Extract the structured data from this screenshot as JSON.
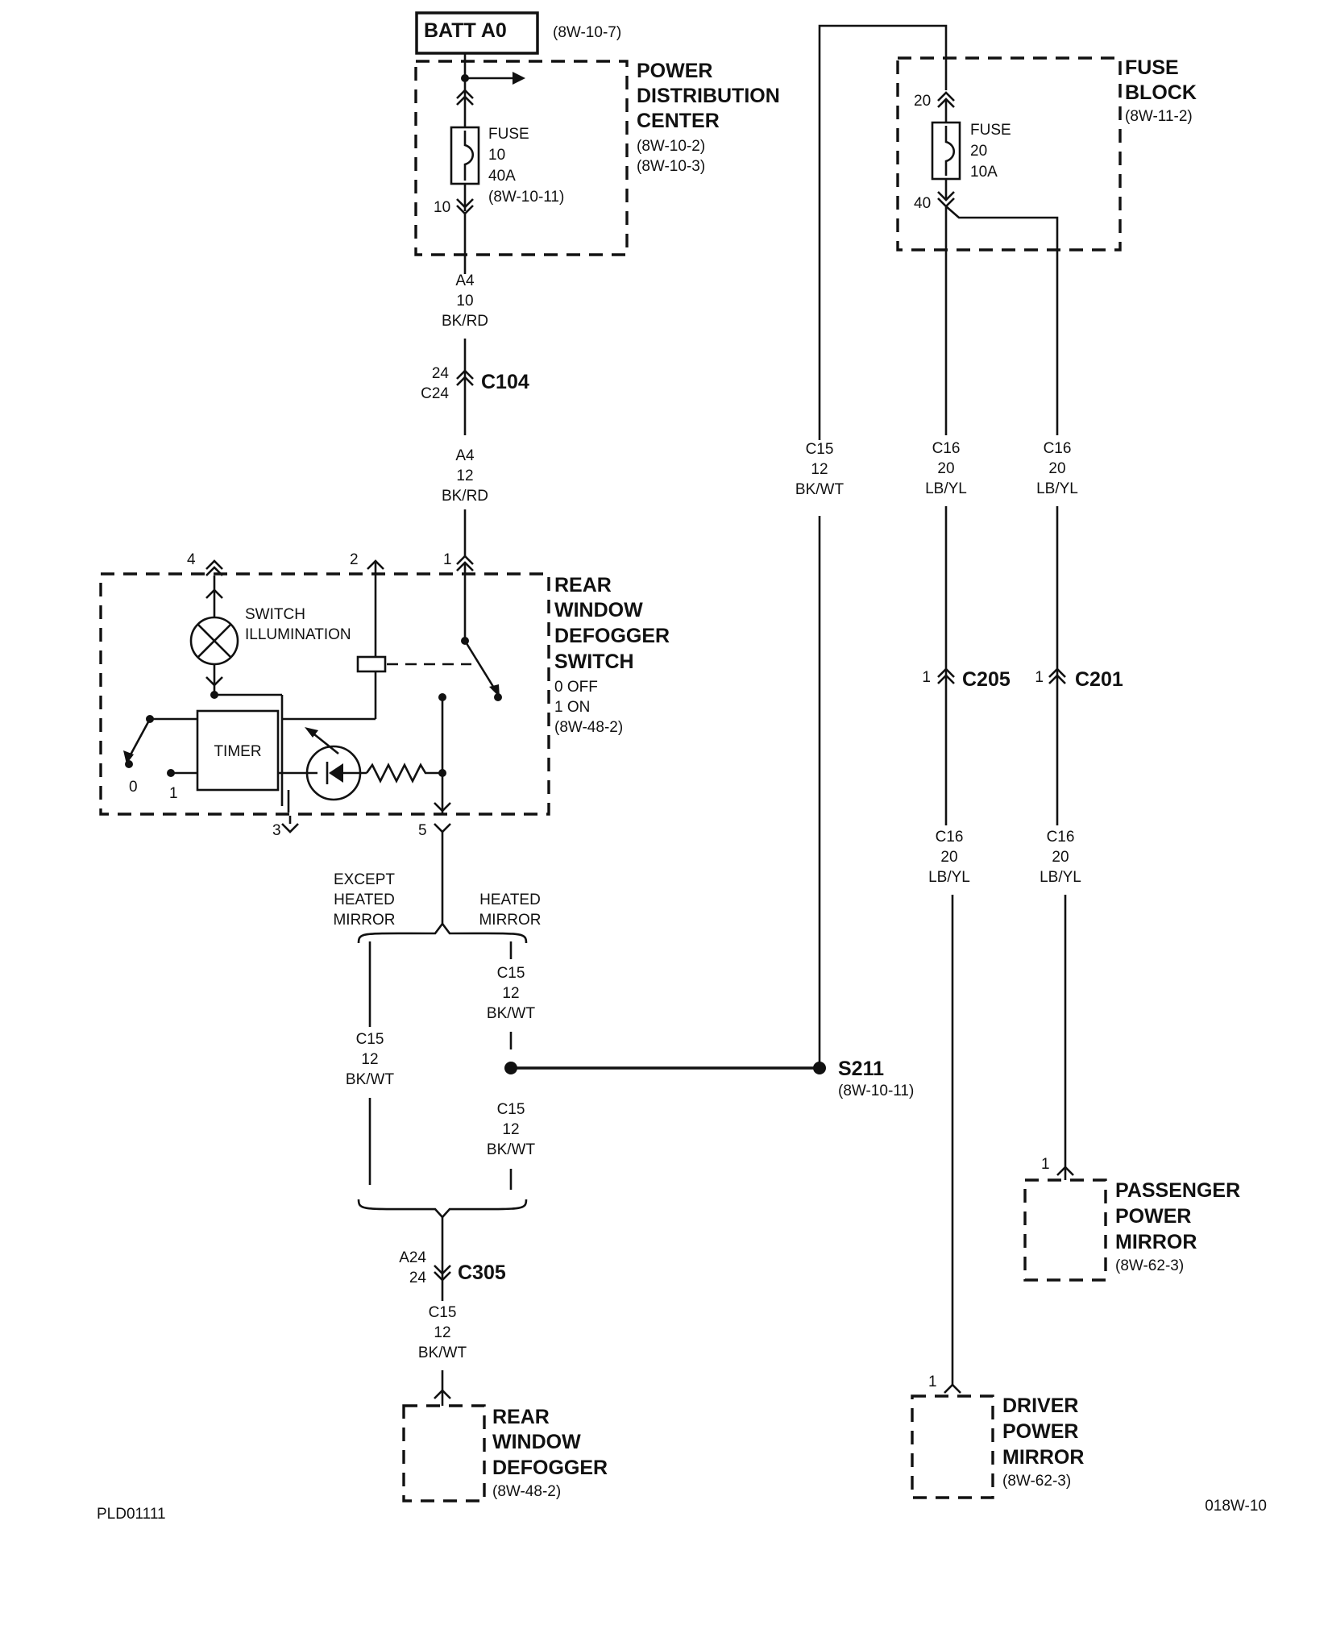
{
  "batt": {
    "label": "BATT A0",
    "ref": "(8W-10-7)"
  },
  "pdc": {
    "title": [
      "POWER",
      "DISTRIBUTION",
      "CENTER"
    ],
    "refs": [
      "(8W-10-2)",
      "(8W-10-3)"
    ],
    "fuse": {
      "label": "FUSE",
      "num": "10",
      "amp": "40A",
      "ref": "(8W-10-11)"
    },
    "pin_bottom": "10"
  },
  "wire_a4_top": [
    "A4",
    "10",
    "BK/RD"
  ],
  "c104": {
    "name": "C104",
    "pins": [
      "24",
      "C24"
    ]
  },
  "wire_a4_bottom": [
    "A4",
    "12",
    "BK/RD"
  ],
  "switch": {
    "title": [
      "REAR",
      "WINDOW",
      "DEFOGGER",
      "SWITCH"
    ],
    "states": [
      "0 OFF",
      "1 ON"
    ],
    "ref": "(8W-48-2)",
    "pins": {
      "p1": "1",
      "p2": "2",
      "p3": "3",
      "p4": "4",
      "p5": "5"
    },
    "illum": [
      "SWITCH",
      "ILLUMINATION"
    ],
    "timer": "TIMER",
    "pos0": "0",
    "pos1": "1"
  },
  "branch": {
    "left": [
      "EXCEPT",
      "HEATED",
      "MIRROR"
    ],
    "right": [
      "HEATED",
      "MIRROR"
    ]
  },
  "wire_c15_heated_top": [
    "C15",
    "12",
    "BK/WT"
  ],
  "wire_c15_heated_bottom": [
    "C15",
    "12",
    "BK/WT"
  ],
  "wire_c15_except": [
    "C15",
    "12",
    "BK/WT"
  ],
  "s211": {
    "name": "S211",
    "ref": "(8W-10-11)"
  },
  "c305": {
    "name": "C305",
    "pins": [
      "A24",
      "24"
    ]
  },
  "wire_c15_defogger": [
    "C15",
    "12",
    "BK/WT"
  ],
  "rear_defogger": {
    "title": [
      "REAR",
      "WINDOW",
      "DEFOGGER"
    ],
    "ref": "(8W-48-2)"
  },
  "wire_c15_top": [
    "C15",
    "12",
    "BK/WT"
  ],
  "fuse_block": {
    "title": [
      "FUSE",
      "BLOCK"
    ],
    "ref": "(8W-11-2)",
    "fuse": {
      "label": "FUSE",
      "num": "20",
      "amp": "10A"
    },
    "pin_top": "20",
    "pin_bottom": "40"
  },
  "wire_c16_a_top": [
    "C16",
    "20",
    "LB/YL"
  ],
  "wire_c16_b_top": [
    "C16",
    "20",
    "LB/YL"
  ],
  "c205": {
    "name": "C205",
    "pin": "1"
  },
  "c201": {
    "name": "C201",
    "pin": "1"
  },
  "wire_c16_a_bottom": [
    "C16",
    "20",
    "LB/YL"
  ],
  "wire_c16_b_bottom": [
    "C16",
    "20",
    "LB/YL"
  ],
  "passenger_mirror": {
    "title": [
      "PASSENGER",
      "POWER",
      "MIRROR"
    ],
    "ref": "(8W-62-3)",
    "pin": "1"
  },
  "driver_mirror": {
    "title": [
      "DRIVER",
      "POWER",
      "MIRROR"
    ],
    "ref": "(8W-62-3)",
    "pin": "1"
  },
  "footer": {
    "left": "PLD01111",
    "right": "018W-10"
  }
}
